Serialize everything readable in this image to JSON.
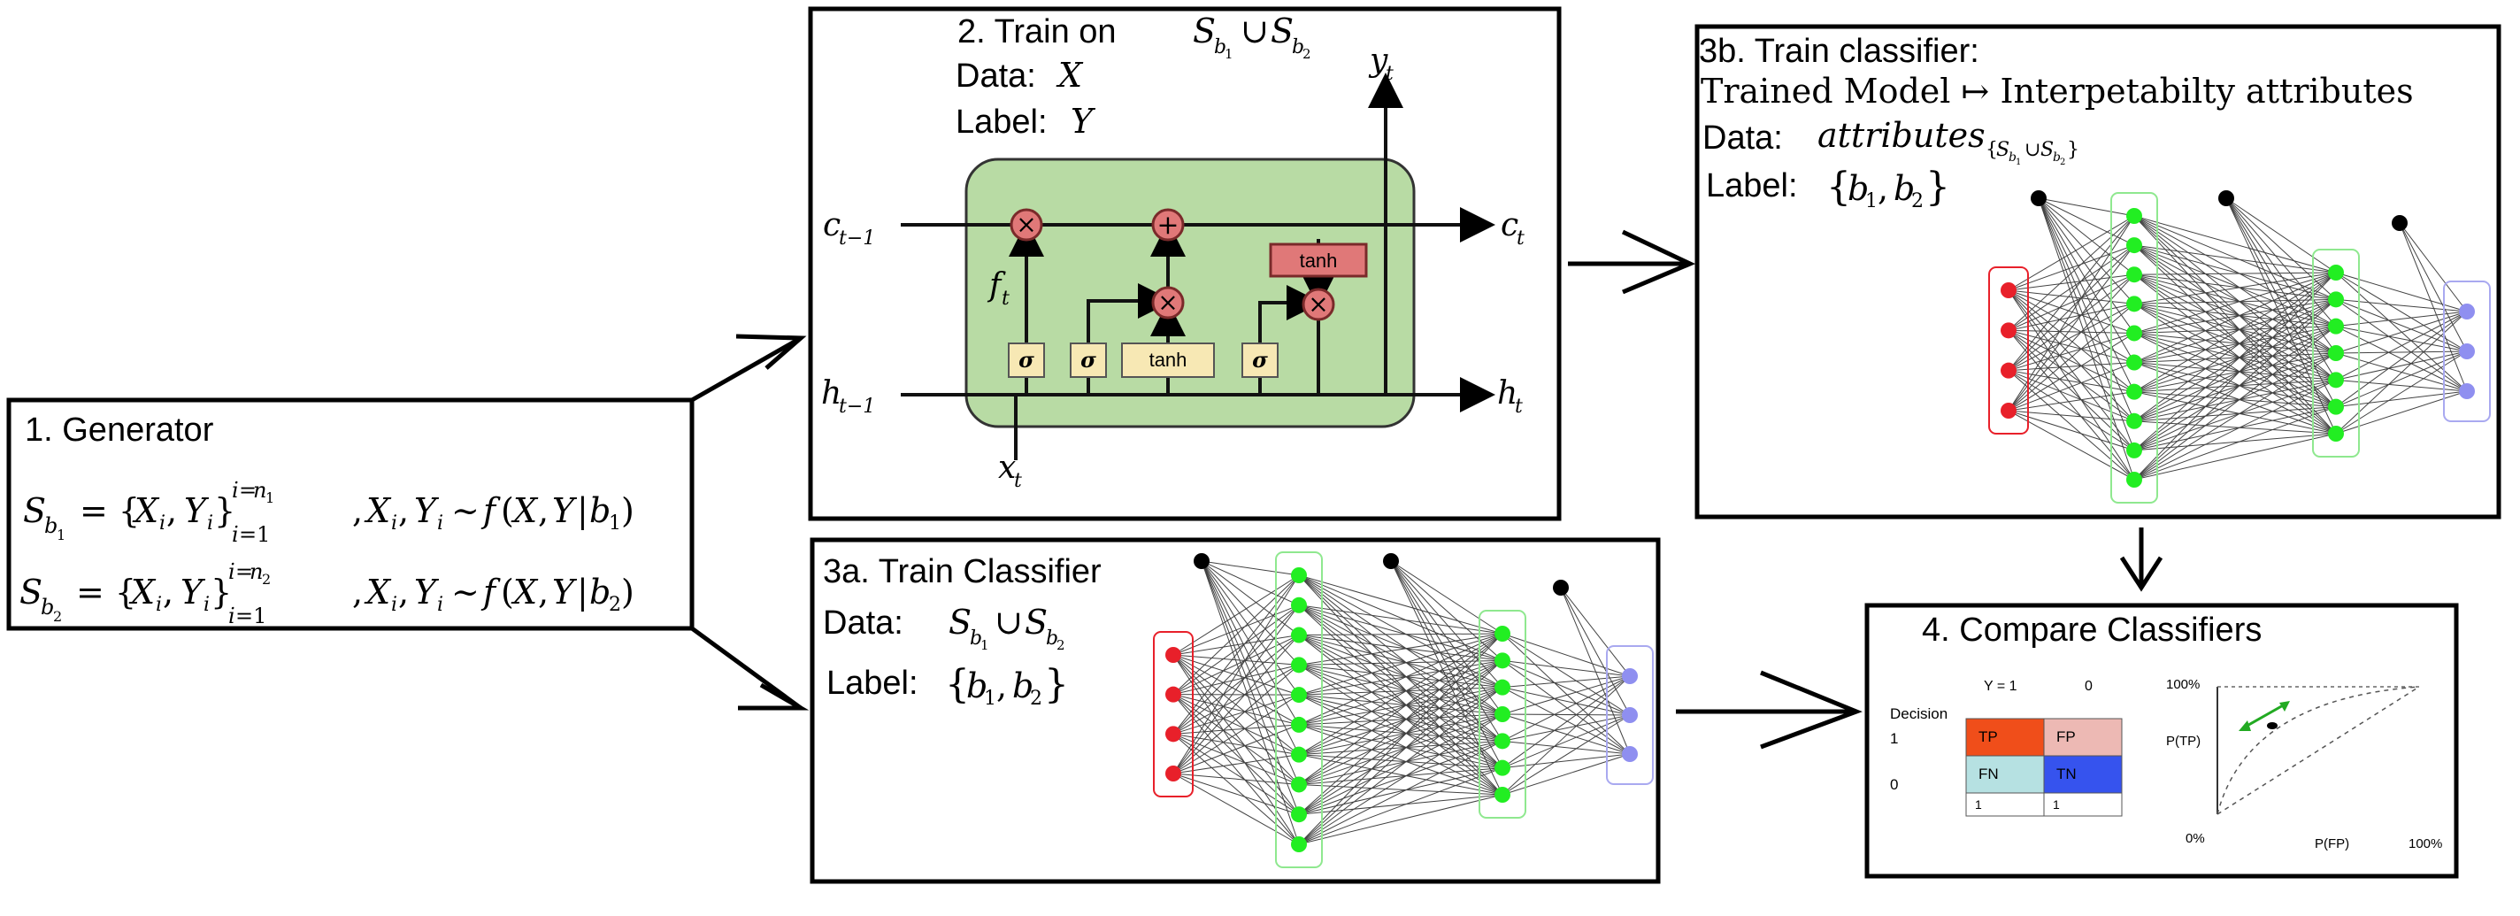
{
  "generator": {
    "title": "1. Generator",
    "sb1": "S_b1 = {X_i, Y_i}_{i=1}^{i=n_1}",
    "sb1_dist": ", X_i, Y_i ~ f(X, Y | b_1)",
    "sb2": "S_b2 = {X_i, Y_i}_{i=1}^{i=n_2}",
    "sb2_dist": ", X_i, Y_i ~ f(X, Y | b_2)"
  },
  "train": {
    "title": "2. Train on",
    "set": "S_b1 ∪ S_b2",
    "data_label": "Data:",
    "data_value": "X",
    "label_label": "Label:",
    "label_value": "Y",
    "lstm": {
      "c_prev": "c_{t−1}",
      "c_t": "c_t",
      "h_prev": "h_{t−1}",
      "h_t": "h_t",
      "x_t": "x_t",
      "y_t": "y_t",
      "f_t": "f_t",
      "sigma": "σ",
      "tanh": "tanh"
    }
  },
  "train_3a": {
    "title": "3a. Train Classifier",
    "data_label": "Data:",
    "data_value": "S_b1 ∪ S_b2",
    "label_label": "Label:",
    "label_value": "{b_1, b_2}"
  },
  "train_3b": {
    "title": "3b. Train classifier:",
    "mapping": "Trained Model ↦ Interpetabilty attributes",
    "data_label": "Data:",
    "data_value": "attributes",
    "data_sub": "{S_b1 ∪ S_b2}",
    "label_label": "Label:",
    "label_value": "{b_1, b_2}"
  },
  "compare": {
    "title": "4. Compare Classifiers",
    "y1": "Y = 1",
    "y0": "0",
    "decision": "Decision",
    "d1": "1",
    "d0": "0",
    "tp": "TP",
    "fp": "FP",
    "fn": "FN",
    "tn": "TN",
    "row1": "1",
    "row2": "1",
    "roc_100_top": "100%",
    "roc_ptp": "P(TP)",
    "roc_0": "0%",
    "roc_pfp": "P(FP)",
    "roc_100_right": "100%"
  },
  "colors": {
    "input_node": "#e8202a",
    "hidden_node": "#22ee22",
    "output_node": "#8f8ff0",
    "lstm_cell": "#b8dba4",
    "gate_op": "#e07878",
    "gate_box": "#f7e8b4",
    "tp": "#f04e1a",
    "fp": "#edb9b4",
    "fn": "#b6e1e2",
    "tn": "#3653ee"
  }
}
